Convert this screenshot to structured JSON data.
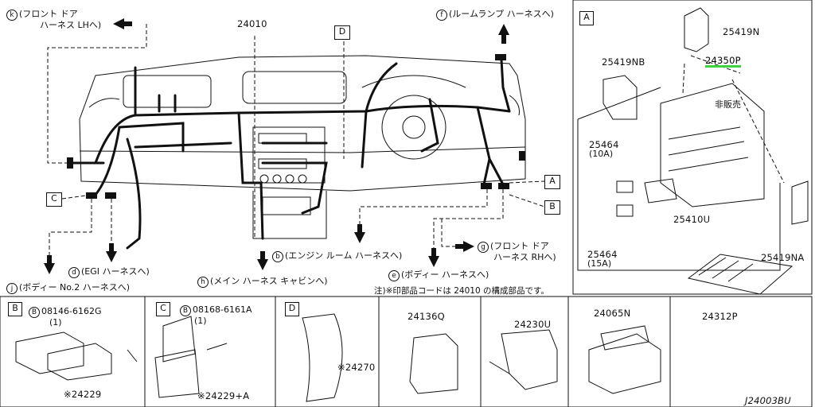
{
  "labels": {
    "main_part": "24010",
    "callout_k_letter": "k",
    "callout_k_line1": "(フロント ドア",
    "callout_k_line2": "ハーネス LHへ)",
    "callout_f_letter": "f",
    "callout_f": "(ルームランプ ハーネスへ)",
    "callout_d_letter": "d",
    "callout_d": "(EGI ハーネスへ)",
    "callout_j_letter": "j",
    "callout_j": "(ボディー No.2 ハーネスへ)",
    "callout_b_letter": "b",
    "callout_b": "(エンジン ルーム ハーネスへ)",
    "callout_h_letter": "h",
    "callout_h": "(メイン ハーネス キャビンへ)",
    "callout_e_letter": "e",
    "callout_e": "(ボディー ハーネスへ)",
    "callout_g_letter": "g",
    "callout_g_line1": "(フロント ドア",
    "callout_g_line2": "ハーネス RHへ)",
    "note": "注)※印部品コードは 24010 の構成部品です。",
    "box_D_top": "D",
    "box_C_left": "C",
    "box_A_right": "A",
    "box_B_right": "B"
  },
  "panel_A": {
    "tag": "A",
    "p_25419N": "25419N",
    "p_25419NB": "25419NB",
    "p_24350P": "24350P",
    "p_hanbai": "非販売",
    "p_25464a": "25464",
    "p_25464a_sub": "(10A)",
    "p_25410U": "25410U",
    "p_25464b": "25464",
    "p_25464b_sub": "(15A)",
    "p_25419NA": "25419NA",
    "p_24312P": "24312P"
  },
  "bottom": {
    "B": {
      "tag": "B",
      "bolt_letter": "B",
      "bolt": "08146-6162G",
      "qty": "(1)",
      "part": "※24229"
    },
    "C": {
      "tag": "C",
      "bolt_letter": "B",
      "bolt": "08168-6161A",
      "qty": "(1)",
      "part": "※24229+A"
    },
    "D": {
      "tag": "D",
      "part": "※24270"
    },
    "p1": {
      "part": "24136Q"
    },
    "p2": {
      "part": "24230U"
    },
    "p3": {
      "part": "24065N"
    }
  },
  "footer": {
    "code": "J24003BU"
  },
  "colors": {
    "line": "#111111",
    "highlight": "#3fd43f"
  }
}
